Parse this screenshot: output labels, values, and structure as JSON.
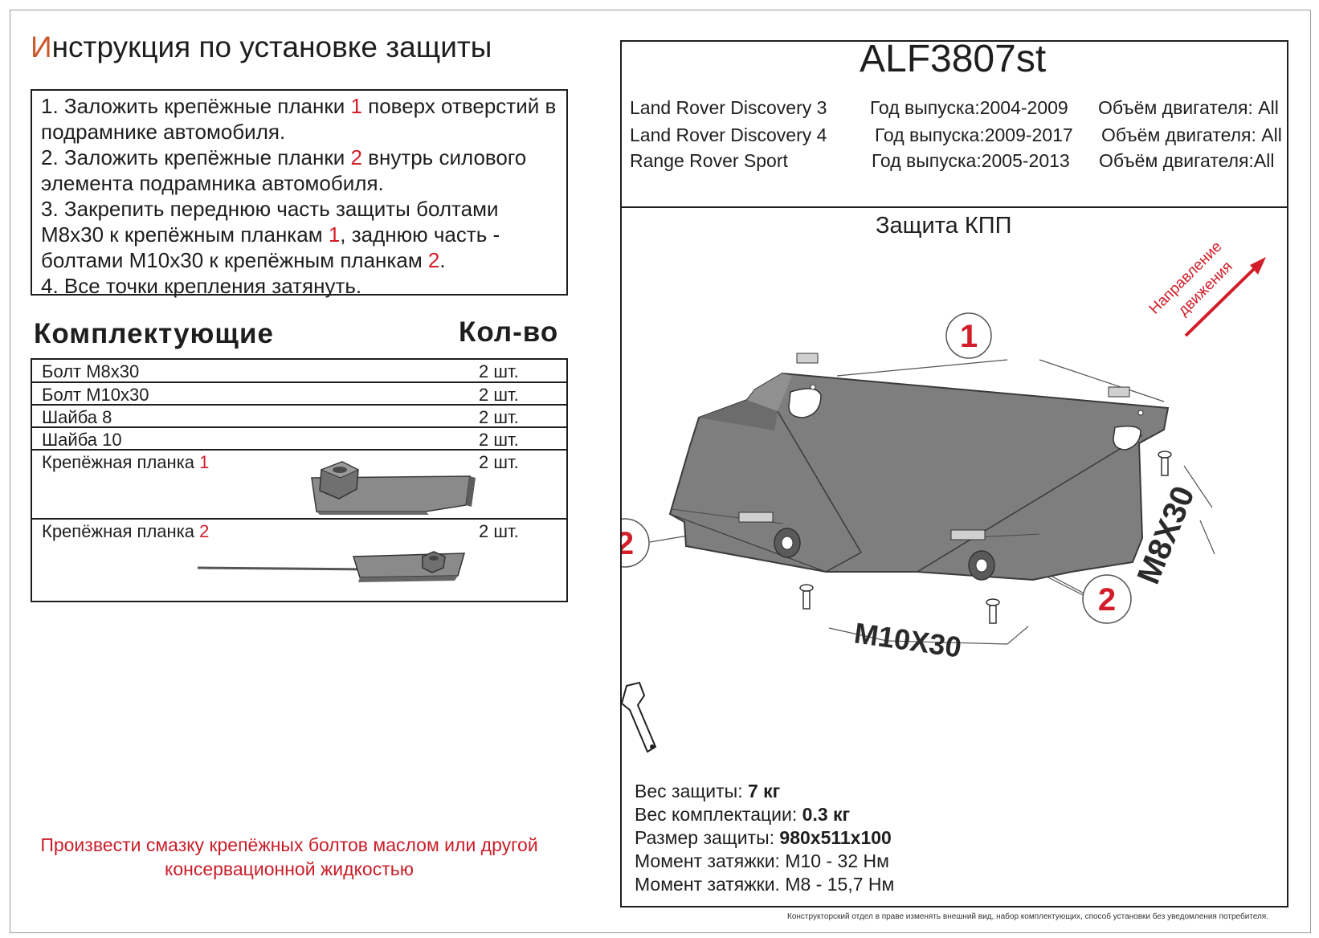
{
  "title": {
    "first_letter": "И",
    "rest": "нструкция по установке защиты"
  },
  "steps": [
    [
      "1.  Заложить крепёжные планки ",
      "1",
      " поверх отверстий в подрамнике автомобиля."
    ],
    [
      "2.  Заложить крепёжные планки ",
      "2",
      " внутрь силового элемента подрамника автомобиля."
    ],
    [
      "3.  Закрепить переднюю часть защиты болтами М8х30 к крепёжным планкам ",
      "1",
      ", заднюю часть - болтами М10х30 к крепёжным планкам ",
      "2",
      "."
    ],
    [
      "4.  Все точки крепления затянуть."
    ]
  ],
  "kit": {
    "header": "Комплектующие",
    "qty_header": "Кол-во",
    "items": [
      {
        "name": "Болт М8х30",
        "num": "",
        "qty": "2 шт."
      },
      {
        "name": "Болт М10х30",
        "num": "",
        "qty": "2 шт."
      },
      {
        "name": "Шайба 8",
        "num": "",
        "qty": "2 шт."
      },
      {
        "name": "Шайба 10",
        "num": "",
        "qty": "2 шт."
      },
      {
        "name": "Крепёжная планка ",
        "num": "1",
        "qty": "2 шт."
      },
      {
        "name": "Крепёжная планка ",
        "num": "2",
        "qty": "2 шт."
      }
    ]
  },
  "note": {
    "line1": "Произвести смазку крепёжных болтов маслом или другой",
    "line2": "консервационной жидкостью"
  },
  "product": {
    "code": "ALF3807st",
    "vehicles": [
      {
        "model": "Land Rover Discovery 3",
        "years": "Год выпуска:2004-2009",
        "engine": "Объём двигателя: All"
      },
      {
        "model": "Land Rover Discovery 4",
        "years": "Год выпуска:2009-2017",
        "engine": "Объём двигателя: All"
      },
      {
        "model": "Range Rover Sport",
        "years": "Год выпуска:2005-2013",
        "engine": "Объём двигателя:All"
      }
    ],
    "part_name": "Защита КПП"
  },
  "diagram": {
    "direction_line1": "Направление",
    "direction_line2": "движения",
    "callout_1": "1",
    "callout_2": "2",
    "bolt_front": "M8X30",
    "bolt_rear": "M10X30"
  },
  "specs": [
    {
      "label": "Вес защиты: ",
      "value": "7 кг"
    },
    {
      "label": "Вес комплектации: ",
      "value": "0.3 кг"
    },
    {
      "label": "Размер защиты: ",
      "value": "980x511x100"
    },
    {
      "label": "Момент затяжки:  ",
      "value": "М10 - 32 Нм"
    },
    {
      "label": "Момент затяжки.  ",
      "value": "М8 - 15,7 Нм"
    }
  ],
  "footnote": "Конструкторский отдел в праве изменять внешний вид, набор комплектующих, способ установки без уведомления потребителя.",
  "colors": {
    "accent_red": "#d21e2a",
    "title_first_letter": "#c85a2c",
    "plate_gray": "#8a8a8a"
  }
}
